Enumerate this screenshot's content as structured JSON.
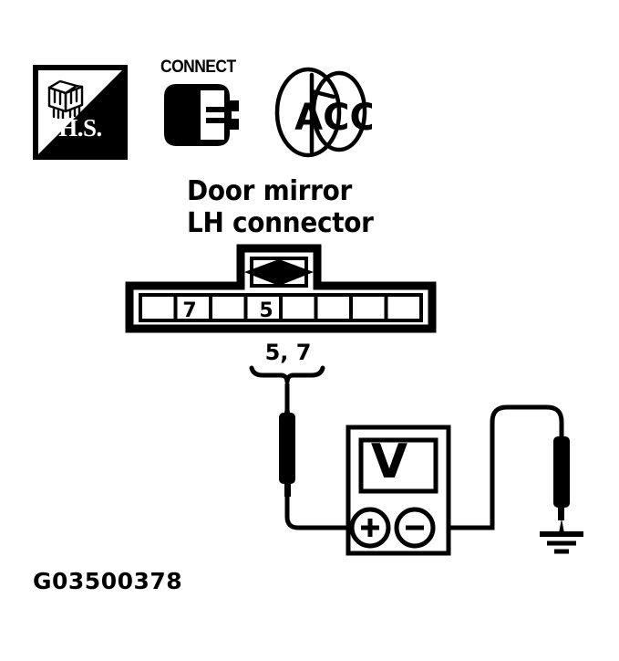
{
  "diagram": {
    "caption": "G03500378",
    "title": {
      "line1": "Door mirror",
      "line2": "LH connector"
    },
    "icons": {
      "hs_badge": {
        "label": "H.S.",
        "art_name": "connector-line-art-icon"
      },
      "connect": {
        "label": "CONNECT",
        "art_name": "connector-plug-icon"
      },
      "ignition": {
        "label": "ACC",
        "art_name": "ignition-key-switch-icon"
      }
    },
    "connector": {
      "total_cells": 8,
      "cells": [
        "",
        "7",
        "",
        "5",
        "",
        "",
        "",
        ""
      ],
      "tab_marker": "diamond",
      "probe_pins_label": "5, 7"
    },
    "meter": {
      "display": "V",
      "positive_terminal": "+",
      "negative_terminal": "−",
      "type": "voltmeter"
    },
    "ground": {
      "name": "chassis-ground-symbol",
      "bars": 3
    },
    "colors": {
      "ink": "#000000",
      "paper": "#ffffff"
    }
  }
}
